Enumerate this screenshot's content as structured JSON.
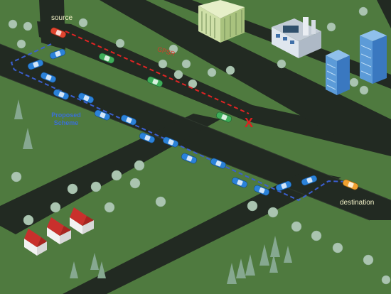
{
  "labels": {
    "source": "source",
    "destination": "destination",
    "gpsr": "GPSR",
    "proposed_line1": "Proposed",
    "proposed_line2": "Scheme",
    "failure_mark": "X"
  },
  "colors": {
    "grass": "#4f7a3f",
    "road": "#222a22",
    "road_edge": "#2e382d",
    "tree": "#aac4b0",
    "pine": "#86a890",
    "house_roof": "#c9302c",
    "house_wall": "#f2f2f2",
    "blue_car": "#2b82d9",
    "green_car": "#3fae5a",
    "source_car": "#e0452f",
    "destination_car": "#f0a030",
    "gpsr_path": "#e02424",
    "proposed_path": "#3b5fd0",
    "label_text": "#f4f3c8"
  },
  "icons": {
    "source_vehicle": "car-icon",
    "destination_vehicle": "car-icon",
    "relay_vehicle": "car-icon",
    "other_vehicle": "car-icon",
    "office_building": "building-icon",
    "factory": "factory-icon",
    "tower": "tower-icon",
    "house": "house-icon",
    "round_tree": "tree-icon",
    "pine_tree": "pine-tree-icon",
    "failure": "cross-icon"
  }
}
